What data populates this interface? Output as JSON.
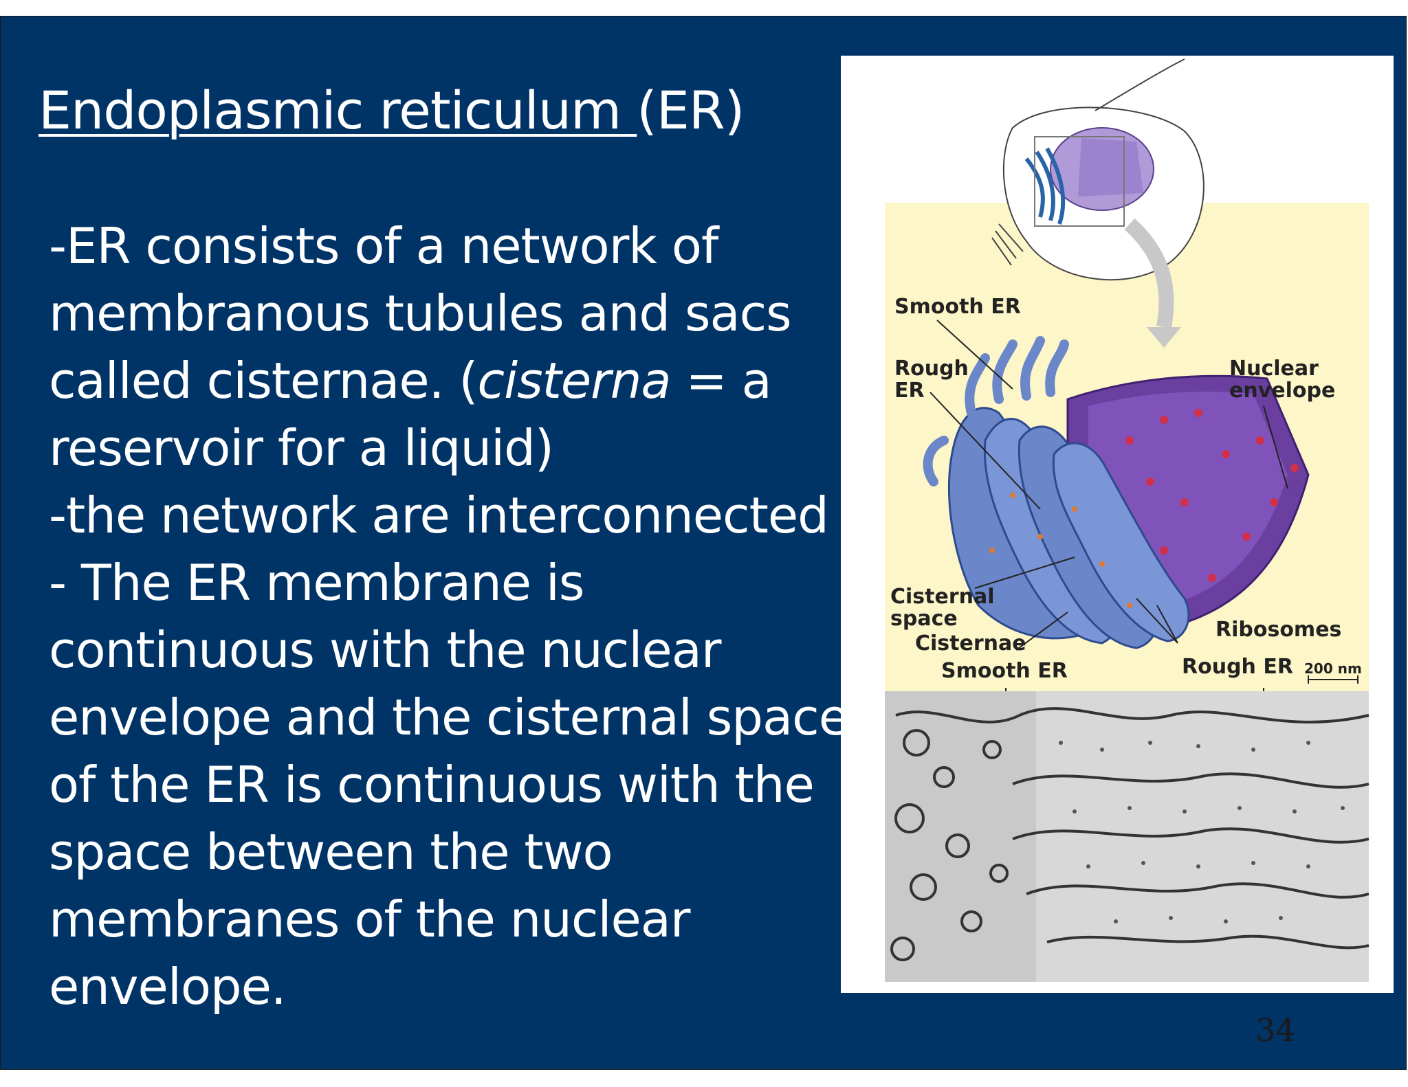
{
  "title": {
    "underlined": "Endoplasmic reticulum ",
    "rest": "(ER)"
  },
  "body": {
    "l1": "-ER consists of a network of",
    "l2": "membranous tubules and sacs",
    "l3_before": "called cisternae. (",
    "l3_italic": "cisterna",
    "l3_after": " = a",
    "l4": "reservoir for a liquid)",
    "l5": "-the network are interconnected",
    "l6": "- The ER membrane is",
    "l7": "continuous with the nuclear",
    "l8": "envelope and the cisternal space",
    "l9": "of the ER is continuous with the",
    "l10": "space between the two",
    "l11": "membranes of the nuclear",
    "l12": "envelope."
  },
  "figure": {
    "smooth_er_top": "Smooth ER",
    "rough_er": "Rough\nER",
    "nuclear_envelope": "Nuclear\nenvelope",
    "cisternal_space": "Cisternal\nspace",
    "cisternae": "Cisternae",
    "ribosomes": "Ribosomes",
    "smooth_er_bottom": "Smooth ER",
    "rough_er_bottom": "Rough ER",
    "scale": "200 nm"
  },
  "page_number": "34",
  "colors": {
    "slide_background": "#003366",
    "figure_panel": "#fdf6c8",
    "er_blue": "#6b86c9",
    "nucleus_purple": "#6a3fa0"
  }
}
